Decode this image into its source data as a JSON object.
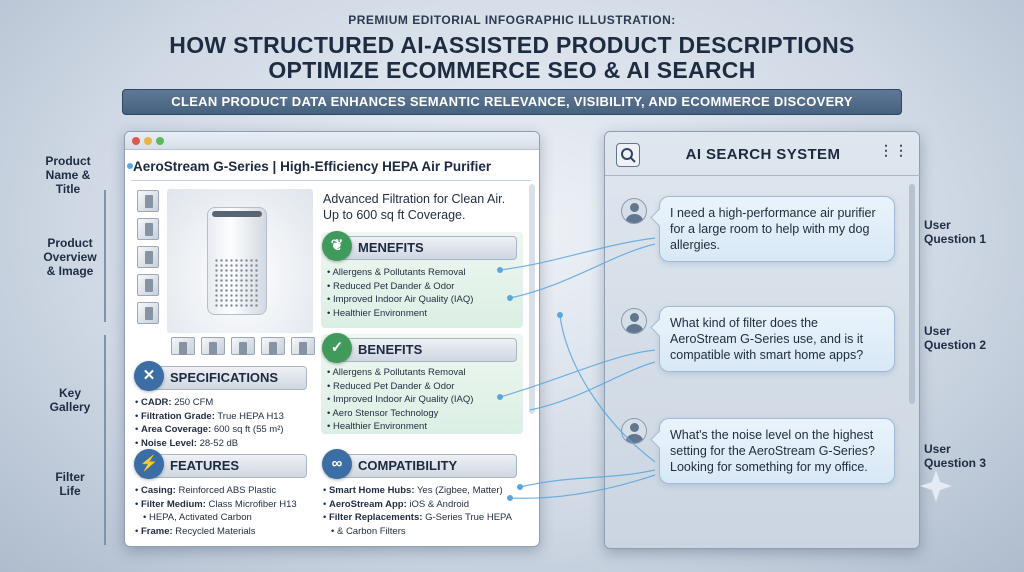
{
  "header": {
    "kicker": "PREMIUM EDITORIAL INFOGRAPHIC ILLUSTRATION:",
    "title_line1": "HOW STRUCTURED AI-ASSISTED PRODUCT DESCRIPTIONS",
    "title_line2": "OPTIMIZE ECOMMERCE SEO & AI SEARCH",
    "subtitle": "CLEAN PRODUCT DATA ENHANCES SEMANTIC RELEVANCE, VISIBILITY, AND ECOMMERCE DISCOVERY"
  },
  "left_labels": {
    "name_title": [
      "Product",
      "Name & Title"
    ],
    "overview_image": [
      "Product",
      "Overview",
      "& Image"
    ],
    "key_gallery": [
      "Key",
      "Gallery"
    ],
    "filter_life": [
      "Filter",
      "Life"
    ]
  },
  "product": {
    "title": "AeroStream G-Series | High-Efficiency HEPA Air Purifier",
    "overview_line1": "Advanced Filtration for Clean Air.",
    "overview_line2": "Up to 600 sq ft Coverage.",
    "menefits": {
      "heading": "MENEFITS",
      "icon": "leaf-icon",
      "items": [
        "Allergens & Pollutants Removal",
        "Reduced Pet Dander & Odor",
        "Improved Indoor Air Quality (IAQ)",
        "Healthier Environment"
      ]
    },
    "benefits": {
      "heading": "BENEFITS",
      "icon": "shield-check-icon",
      "items": [
        "Allergens & Pollutants Removal",
        "Reduced Pet Dander & Odor",
        "Improved Indoor Air Quality (IAQ)",
        "Aero Stensor Technology",
        "Healthier Environment"
      ]
    },
    "specifications": {
      "heading": "SPECIFICATIONS",
      "icon": "tools-icon",
      "items": [
        {
          "label": "CADR:",
          "value": "250 CFM"
        },
        {
          "label": "Filtration Grade:",
          "value": "True HEPA H13"
        },
        {
          "label": "Area Coverage:",
          "value": "600 sq ft (55 m²)"
        },
        {
          "label": "Noise Level:",
          "value": "28-52 dB"
        }
      ]
    },
    "features": {
      "heading": "FEATURES",
      "icon": "lightning-icon",
      "items": [
        {
          "label": "Casing:",
          "value": "Reinforced ABS Plastic"
        },
        {
          "label": "Filter Medium:",
          "value": "Class Microfiber H13"
        },
        {
          "label": "",
          "value": "HEPA, Activated Carbon"
        },
        {
          "label": "Frame:",
          "value": "Recycled Materials"
        }
      ]
    },
    "compatibility": {
      "heading": "COMPATIBILITY",
      "icon": "link-icon",
      "items": [
        {
          "label": "Smart Home Hubs:",
          "value": "Yes (Zigbee, Matter)"
        },
        {
          "label": "AeroStream App:",
          "value": "iOS & Android"
        },
        {
          "label": "Filter Replacements:",
          "value": "G-Series True HEPA"
        },
        {
          "label": "",
          "value": "& Carbon Filters"
        }
      ]
    }
  },
  "ai": {
    "title": "AI SEARCH SYSTEM",
    "dots": "⋮⋮",
    "questions": [
      {
        "text": "I need a high-performance air purifier for a large room to help with my dog allergies.",
        "label": [
          "User",
          "Question 1"
        ]
      },
      {
        "text": "What kind of filter does the AeroStream G-Series use, and is it compatible with smart home apps?",
        "label": [
          "User",
          "Question 2"
        ]
      },
      {
        "text": "What's the noise level on the highest setting for the AeroStream G-Series? Looking for something for my office.",
        "label": [
          "User",
          "Question 3"
        ]
      }
    ]
  },
  "colors": {
    "accent_blue": "#47627f",
    "connector_blue": "#5aa6e0",
    "green_icon": "#3f9a5c",
    "blue_icon": "#3b6ea5"
  }
}
